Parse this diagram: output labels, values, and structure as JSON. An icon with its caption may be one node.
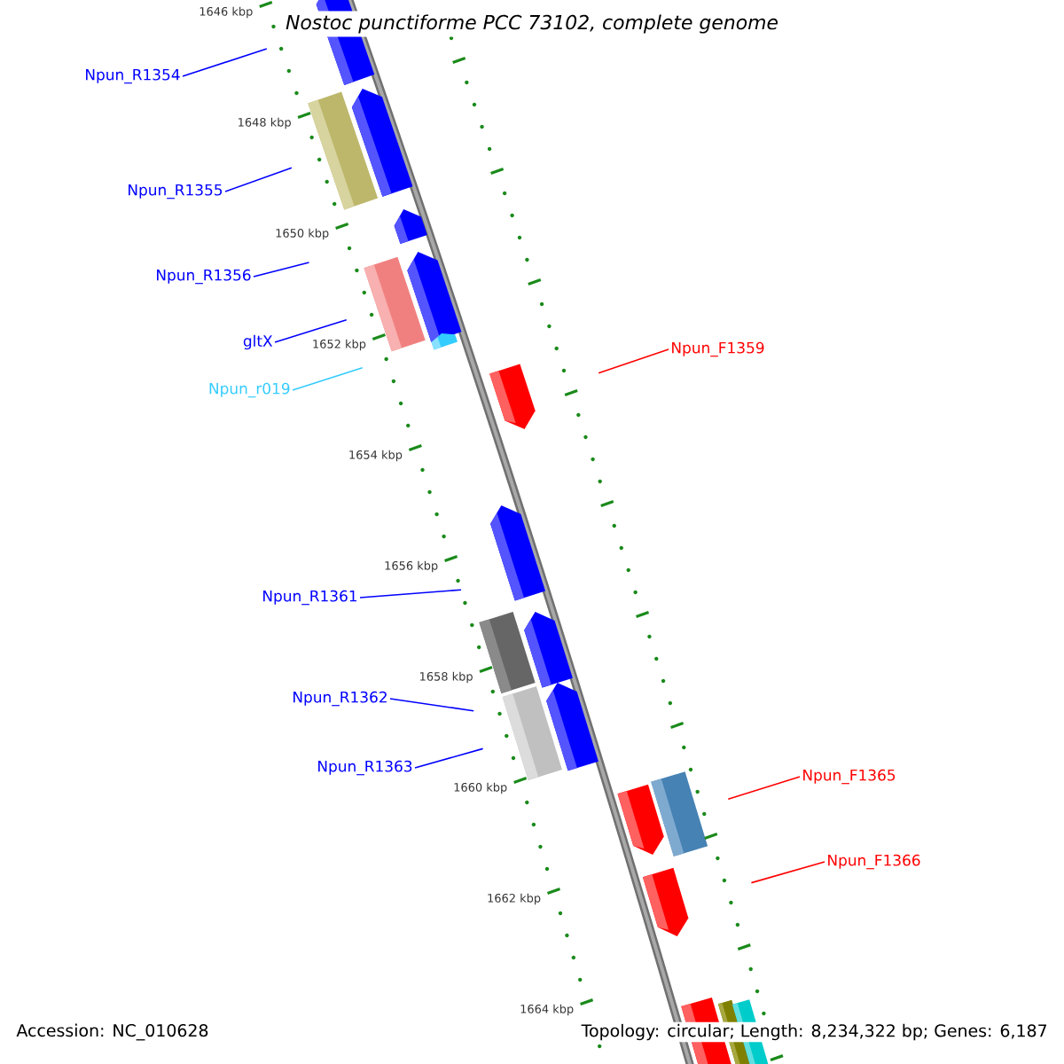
{
  "diagram": {
    "title": "Nostoc punctiforme PCC 73102, complete genome",
    "nodes": [
      {
        "text": [
          "Npun_R1354"
        ]
      },
      {
        "text": [
          "Npun_R1355"
        ]
      },
      {
        "text": [
          "Npun_R1356"
        ]
      },
      {
        "text": [
          "gltX"
        ]
      },
      {
        "text": [
          "Npun_F1359"
        ]
      },
      {
        "text": [
          "Npun_r019"
        ]
      },
      {
        "text": [
          "Npun_R1361"
        ]
      },
      {
        "text": [
          "Npun_R1362"
        ]
      },
      {
        "text": [
          "Npun_R1363"
        ]
      },
      {
        "text": [
          "Npun_F1365"
        ]
      },
      {
        "text": [
          "Npun_F1366"
        ]
      }
    ],
    "edges": [
      {
        "from": 0,
        "to": null,
        "arrow": "none"
      },
      {
        "from": 1,
        "to": null,
        "arrow": "none"
      },
      {
        "from": 2,
        "to": null,
        "arrow": "none"
      },
      {
        "from": 3,
        "to": null,
        "arrow": "none"
      },
      {
        "from": 4,
        "to": null,
        "arrow": "none",
        "color": "#ff0000"
      },
      {
        "from": 5,
        "to": null,
        "arrow": "none",
        "color": "#33ccff"
      },
      {
        "from": 6,
        "to": null,
        "arrow": "none"
      },
      {
        "from": 7,
        "to": null,
        "arrow": "none"
      },
      {
        "from": 8,
        "to": null,
        "arrow": "none"
      },
      {
        "from": 9,
        "to": null,
        "arrow": "none",
        "color": "#ff0000"
      },
      {
        "from": 10,
        "to": null,
        "arrow": "none",
        "color": "#ff0000"
      }
    ],
    "labels": [
      "1646 kbp",
      "1648 kbp",
      "1650 kbp",
      "1652 kbp",
      "1654 kbp",
      "1656 kbp",
      "1658 kbp",
      "1660 kbp",
      "1662 kbp",
      "1664 kbp",
      "Accession: NC_010628",
      "Topology: circular; Length: 8,234,322 bp; Genes: 6,187"
    ]
  }
}
